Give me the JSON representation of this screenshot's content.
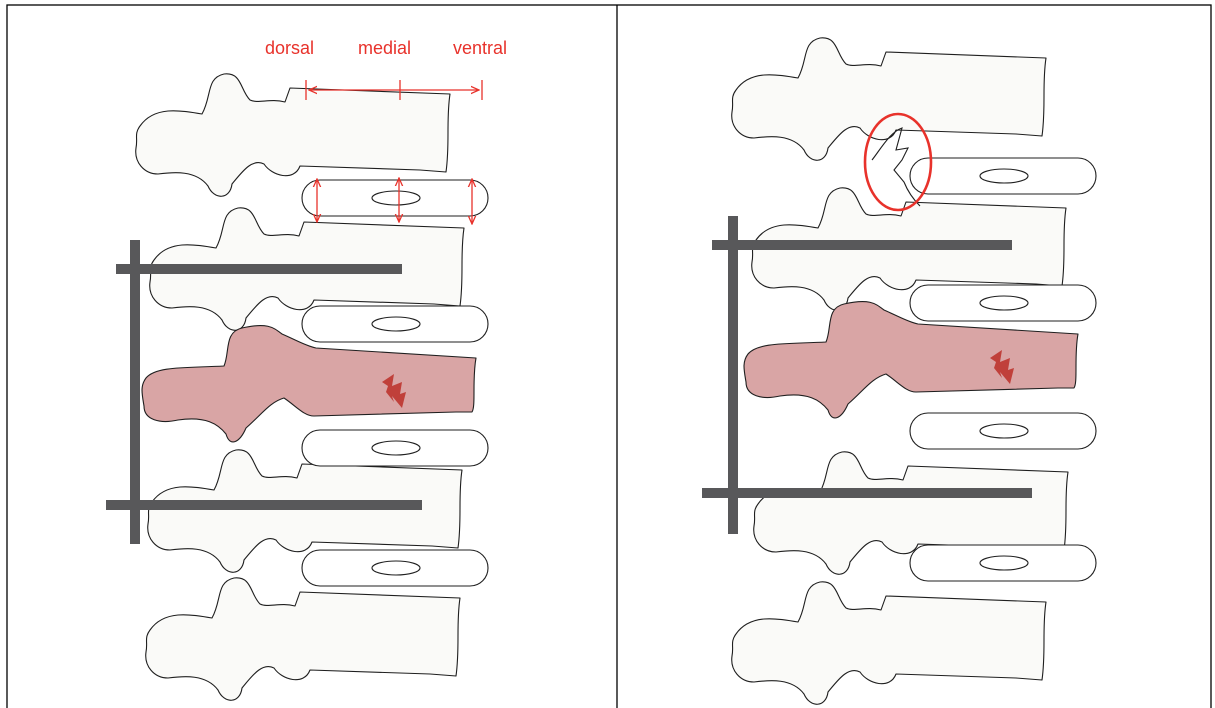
{
  "labels": {
    "dorsal": "dorsal",
    "medial": "medial",
    "ventral": "ventral"
  },
  "colors": {
    "measurement": "#e8322b",
    "fractured_vertebra": "#d9a5a5",
    "fixation_rod": "#58585a",
    "bone": "#fafaf8"
  },
  "panels": [
    {
      "id": "left",
      "fixation": "short-segment posterior fixation",
      "highlight": "measurement arrows at dorsal, medial and ventral disc height"
    },
    {
      "id": "right",
      "fixation": "short-segment posterior fixation",
      "highlight": "fracture of the adjacent superior endplate circled"
    }
  ],
  "icons": [
    "lightning-fracture-icon",
    "double-arrow-icon",
    "circle-highlight-icon"
  ]
}
